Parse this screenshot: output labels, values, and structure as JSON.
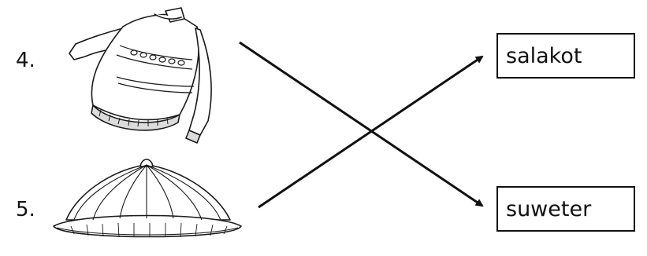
{
  "items": [
    {
      "number": "4.",
      "picture": "sweater-illustration"
    },
    {
      "number": "5.",
      "picture": "salakot-hat-illustration"
    }
  ],
  "words": [
    "salakot",
    "suweter"
  ],
  "colors": {
    "ink": "#111111",
    "background": "#ffffff"
  }
}
